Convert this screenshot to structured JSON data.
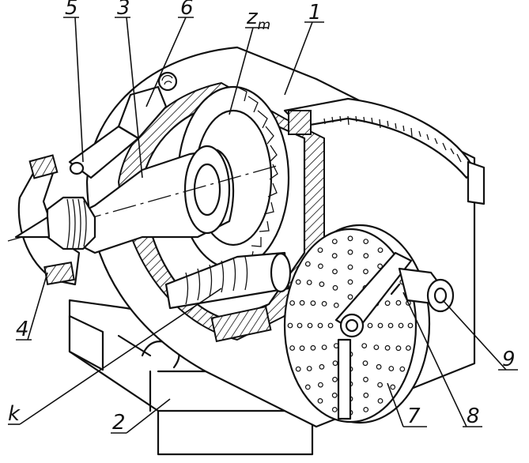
{
  "labels": {
    "l5": "5",
    "l3": "3",
    "l6": "6",
    "lzm_base": "z",
    "lzm_sub": "m",
    "l1": "1",
    "l4": "4",
    "lk": "k",
    "l2": "2",
    "l7": "7",
    "l8": "8",
    "l9": "9"
  }
}
